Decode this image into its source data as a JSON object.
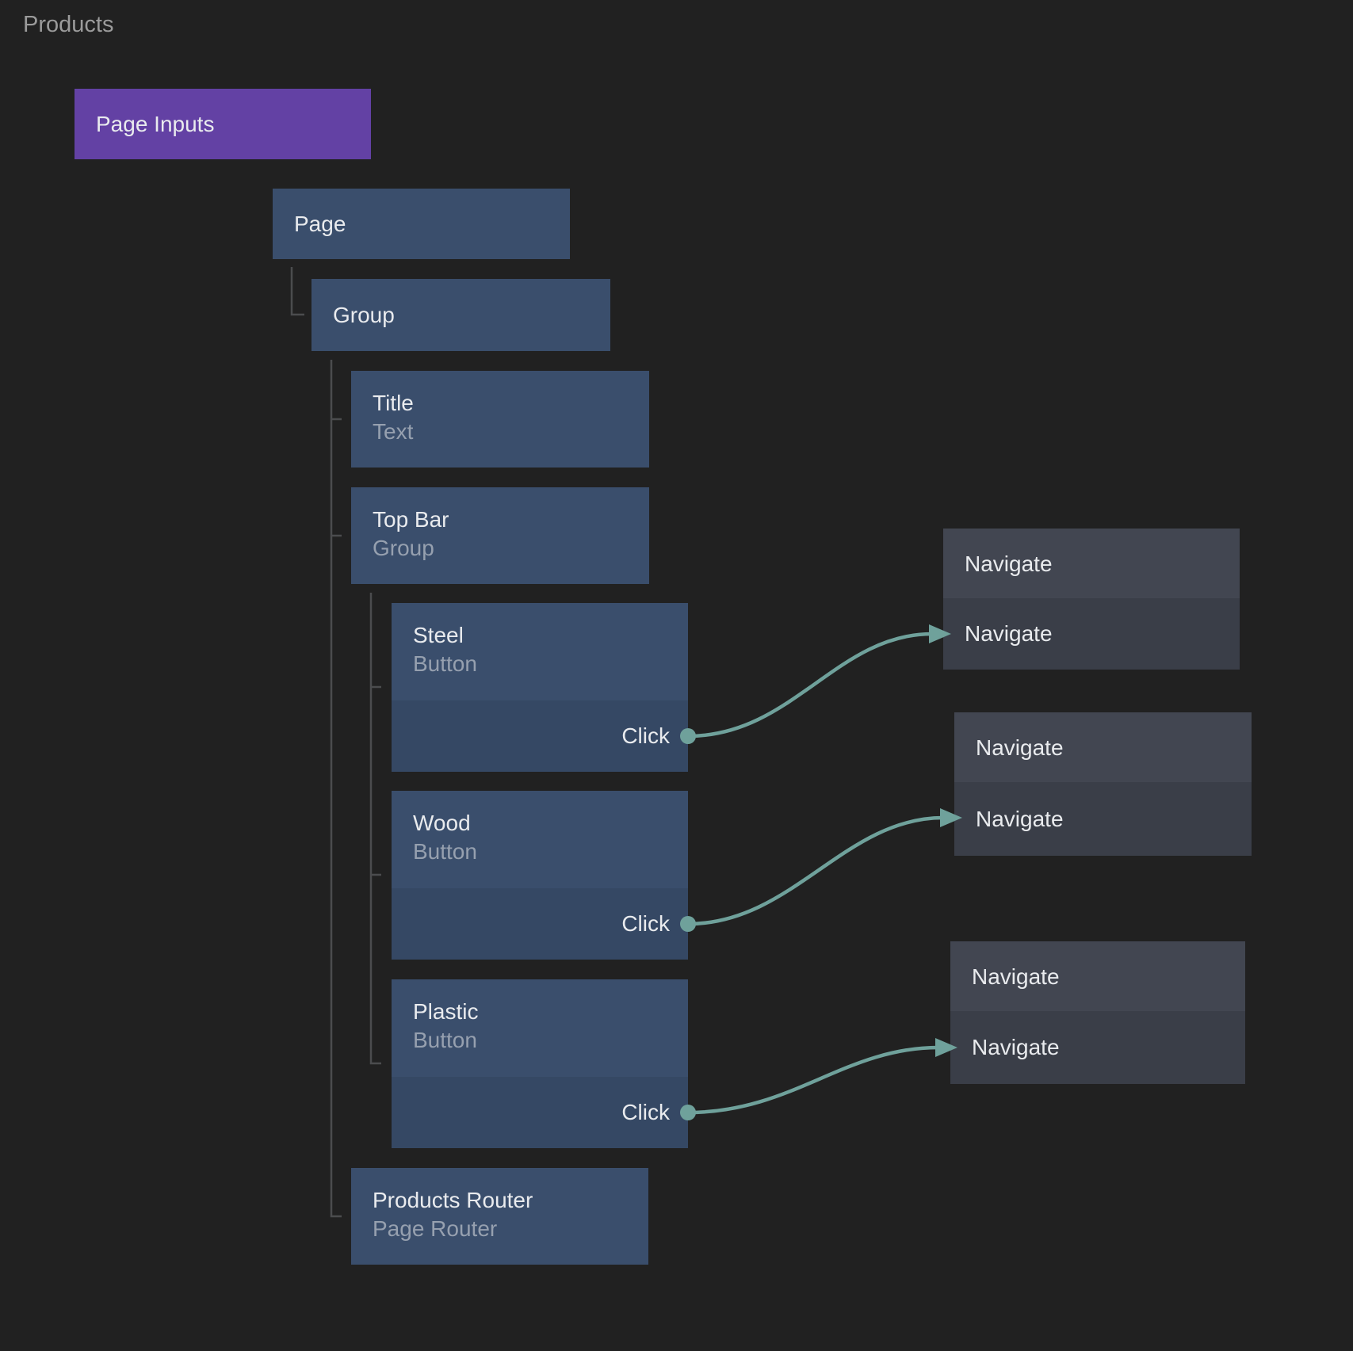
{
  "canvas": {
    "title": "Products"
  },
  "colors": {
    "background": "#212121",
    "node_blue": "#3a4e6c",
    "node_blue_port_row": "#354864",
    "node_purple": "#6341a4",
    "navigate_header": "#424651",
    "navigate_body": "#3a3e48",
    "connection": "#6fa19b",
    "tree_line": "#4b4c4e",
    "title_text": "#e9ebee",
    "subtitle_text": "#96a0af",
    "canvas_title_text": "#9b9b9b"
  },
  "nodes": {
    "page_inputs": {
      "title": "Page Inputs"
    },
    "page": {
      "title": "Page"
    },
    "group": {
      "title": "Group"
    },
    "title": {
      "title": "Title",
      "subtitle": "Text"
    },
    "top_bar": {
      "title": "Top Bar",
      "subtitle": "Group"
    },
    "steel": {
      "title": "Steel",
      "subtitle": "Button",
      "output_port": "Click"
    },
    "wood": {
      "title": "Wood",
      "subtitle": "Button",
      "output_port": "Click"
    },
    "plastic": {
      "title": "Plastic",
      "subtitle": "Button",
      "output_port": "Click"
    },
    "products_router": {
      "title": "Products Router",
      "subtitle": "Page Router"
    },
    "navigate_1": {
      "title": "Navigate",
      "input_port": "Navigate"
    },
    "navigate_2": {
      "title": "Navigate",
      "input_port": "Navigate"
    },
    "navigate_3": {
      "title": "Navigate",
      "input_port": "Navigate"
    }
  },
  "hierarchy": {
    "Page": [
      "Group"
    ],
    "Group": [
      "Title",
      "Top Bar",
      "Products Router"
    ],
    "Top Bar": [
      "Steel",
      "Wood",
      "Plastic"
    ]
  },
  "connections": [
    {
      "from_node": "Steel",
      "from_port": "Click",
      "to_node": "Navigate",
      "to_port": "Navigate"
    },
    {
      "from_node": "Wood",
      "from_port": "Click",
      "to_node": "Navigate",
      "to_port": "Navigate"
    },
    {
      "from_node": "Plastic",
      "from_port": "Click",
      "to_node": "Navigate",
      "to_port": "Navigate"
    }
  ]
}
